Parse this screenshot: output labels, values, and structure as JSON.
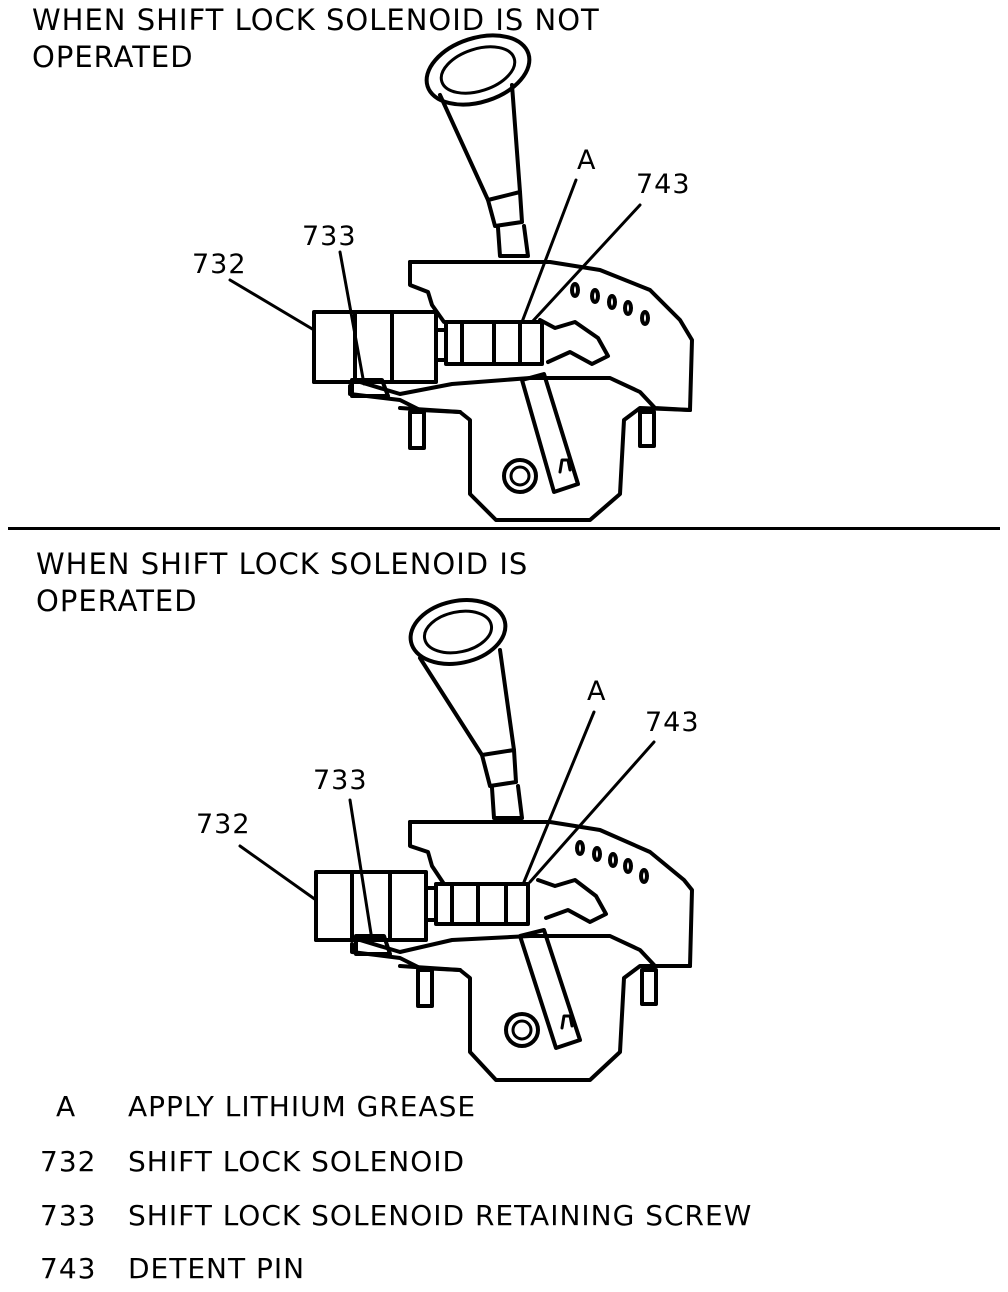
{
  "panels": [
    {
      "caption_line1": "WHEN SHIFT LOCK SOLENOID IS NOT",
      "caption_line2": "OPERATED",
      "callouts": {
        "a": "A",
        "p743": "743",
        "p733": "733",
        "p732": "732"
      }
    },
    {
      "caption_line1": "WHEN SHIFT LOCK SOLENOID IS",
      "caption_line2": "OPERATED",
      "callouts": {
        "a": "A",
        "p743": "743",
        "p733": "733",
        "p732": "732"
      }
    }
  ],
  "legend": [
    {
      "key": "A",
      "desc": "APPLY LITHIUM GREASE"
    },
    {
      "key": "732",
      "desc": "SHIFT LOCK SOLENOID"
    },
    {
      "key": "733",
      "desc": "SHIFT LOCK SOLENOID RETAINING SCREW"
    },
    {
      "key": "743",
      "desc": "DETENT PIN"
    }
  ]
}
